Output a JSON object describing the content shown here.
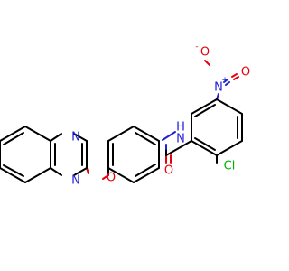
{
  "molecule": {
    "atoms": {
      "o_top": {
        "label": "O",
        "color": "#e8000b"
      },
      "o_charge": {
        "label": "-",
        "color": "#e8000b"
      },
      "n_nitro": {
        "label": "N",
        "color": "#1f1fd8"
      },
      "n_charge": {
        "label": "+",
        "color": "#1f1fd8"
      },
      "o_nitro": {
        "label": "O",
        "color": "#e8000b"
      },
      "nh_n": {
        "label": "N",
        "color": "#1f1fd8"
      },
      "nh_h": {
        "label": "H",
        "color": "#1f1fd8"
      },
      "o_carbonyl": {
        "label": "O",
        "color": "#e8000b"
      },
      "cl": {
        "label": "Cl",
        "color": "#00b000"
      },
      "n_quin_top": {
        "label": "N",
        "color": "#1f1fd8"
      },
      "n_quin_bot": {
        "label": "N",
        "color": "#1f1fd8"
      },
      "o_ether": {
        "label": "O",
        "color": "#e8000b"
      }
    }
  }
}
